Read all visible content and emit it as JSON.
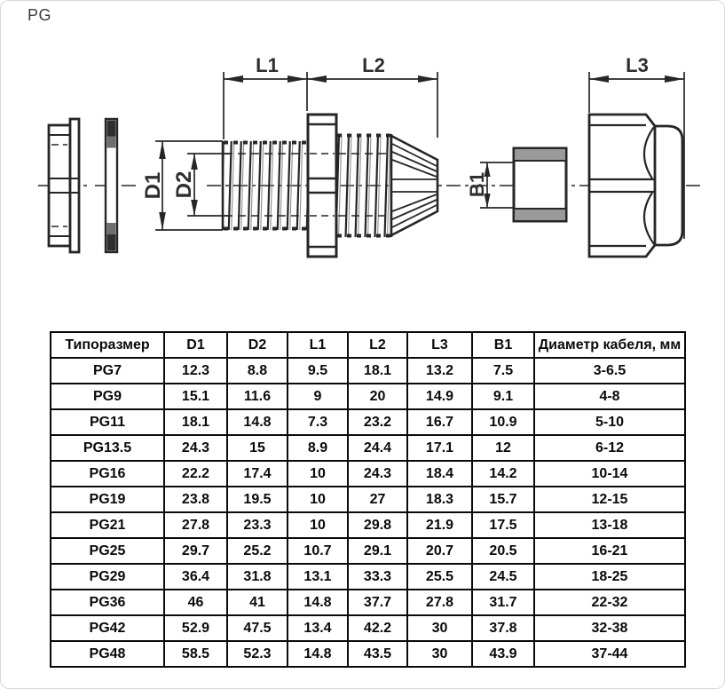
{
  "page": {
    "title": "PG"
  },
  "drawing": {
    "labels": {
      "l1": "L1",
      "l2": "L2",
      "l3": "L3",
      "d1": "D1",
      "d2": "D2",
      "b1": "B1"
    },
    "parts": [
      "locknut",
      "seal-washer",
      "gland-body",
      "clamp-cone",
      "seal-ring",
      "dome-nut"
    ],
    "colors": {
      "line": "#262626",
      "seal_gray": "#9a9a9a",
      "washer_dark": "#2f2f2f"
    }
  },
  "table": {
    "headers": [
      "Типоразмер",
      "D1",
      "D2",
      "L1",
      "L2",
      "L3",
      "B1",
      "Диаметр кабеля, мм"
    ],
    "rows": [
      [
        "PG7",
        "12.3",
        "8.8",
        "9.5",
        "18.1",
        "13.2",
        "7.5",
        "3-6.5"
      ],
      [
        "PG9",
        "15.1",
        "11.6",
        "9",
        "20",
        "14.9",
        "9.1",
        "4-8"
      ],
      [
        "PG11",
        "18.1",
        "14.8",
        "7.3",
        "23.2",
        "16.7",
        "10.9",
        "5-10"
      ],
      [
        "PG13.5",
        "24.3",
        "15",
        "8.9",
        "24.4",
        "17.1",
        "12",
        "6-12"
      ],
      [
        "PG16",
        "22.2",
        "17.4",
        "10",
        "24.3",
        "18.4",
        "14.2",
        "10-14"
      ],
      [
        "PG19",
        "23.8",
        "19.5",
        "10",
        "27",
        "18.3",
        "15.7",
        "12-15"
      ],
      [
        "PG21",
        "27.8",
        "23.3",
        "10",
        "29.8",
        "21.9",
        "17.5",
        "13-18"
      ],
      [
        "PG25",
        "29.7",
        "25.2",
        "10.7",
        "29.1",
        "20.7",
        "20.5",
        "16-21"
      ],
      [
        "PG29",
        "36.4",
        "31.8",
        "13.1",
        "33.3",
        "25.5",
        "24.5",
        "18-25"
      ],
      [
        "PG36",
        "46",
        "41",
        "14.8",
        "37.7",
        "27.8",
        "31.7",
        "22-32"
      ],
      [
        "PG42",
        "52.9",
        "47.5",
        "13.4",
        "42.2",
        "30",
        "37.8",
        "32-38"
      ],
      [
        "PG48",
        "58.5",
        "52.3",
        "14.8",
        "43.5",
        "30",
        "43.9",
        "37-44"
      ]
    ]
  }
}
